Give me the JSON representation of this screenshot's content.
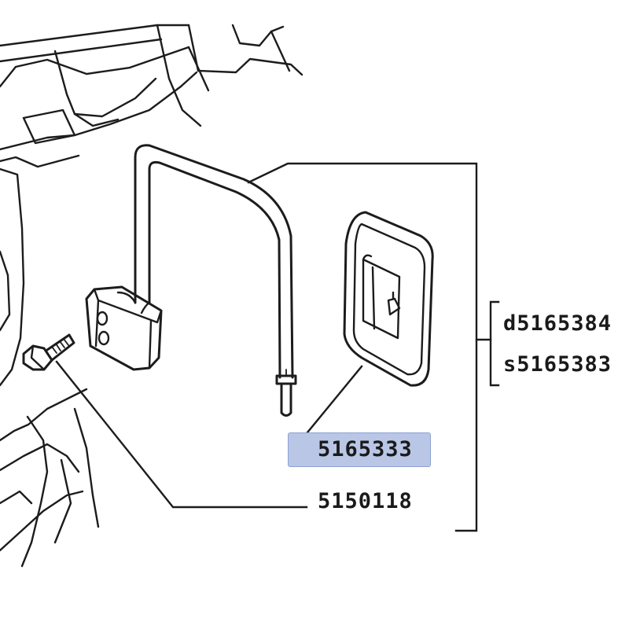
{
  "diagram": {
    "parts": {
      "mirror_left": "d5165384",
      "mirror_right": "s5165383",
      "mirror_glass": "5165333",
      "screw": "5150118"
    },
    "highlight_color": "#b9c6e6"
  }
}
